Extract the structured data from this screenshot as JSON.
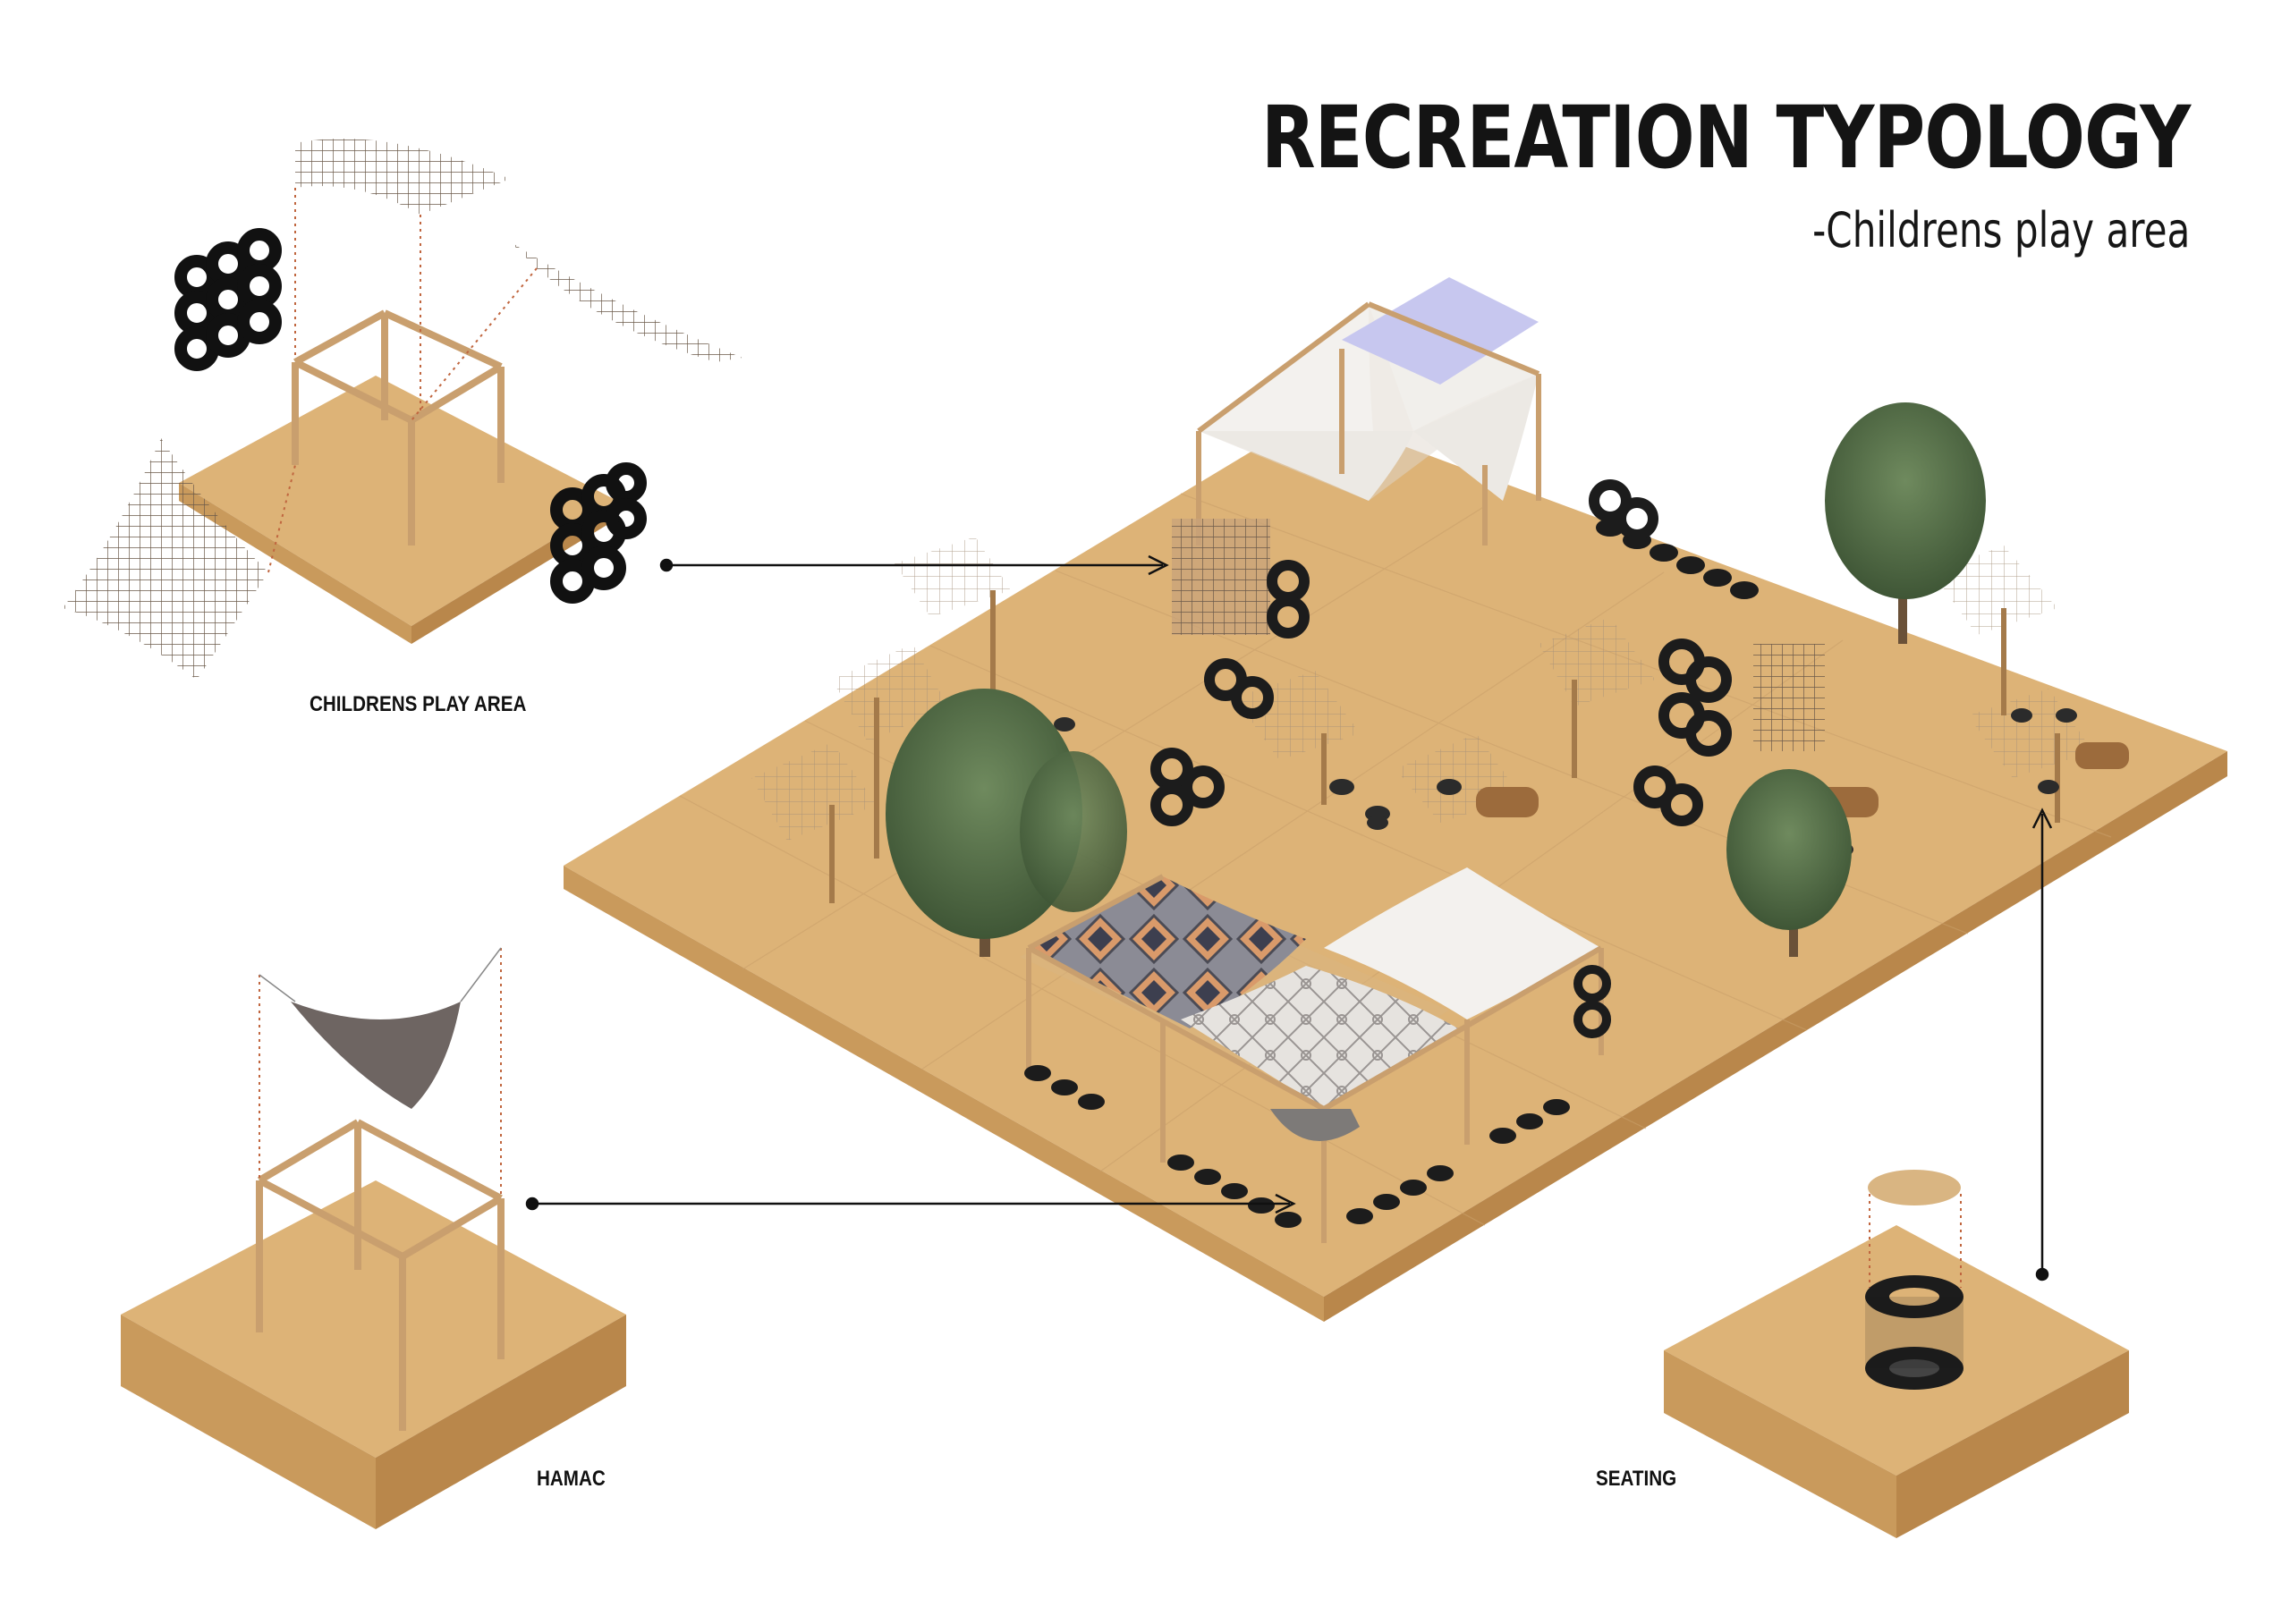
{
  "title": "RECREATION TYPOLOGY",
  "subtitle": "-Childrens play area",
  "callouts": {
    "play": "CHILDRENS PLAY AREA",
    "hamac": "HAMAC",
    "seating": "SEATING"
  },
  "colors": {
    "sand_top": "#ddb377",
    "sand_dark": "#c99a5c",
    "sand_side": "#b9874b",
    "wood": "#c99f6e",
    "tire": "#1c1c1c",
    "tree": "#4f6a43",
    "fabric_white": "#f3f1ee",
    "fabric_blue": "#c7c7ef",
    "leader": "#111111",
    "dash": "#c0663f"
  }
}
